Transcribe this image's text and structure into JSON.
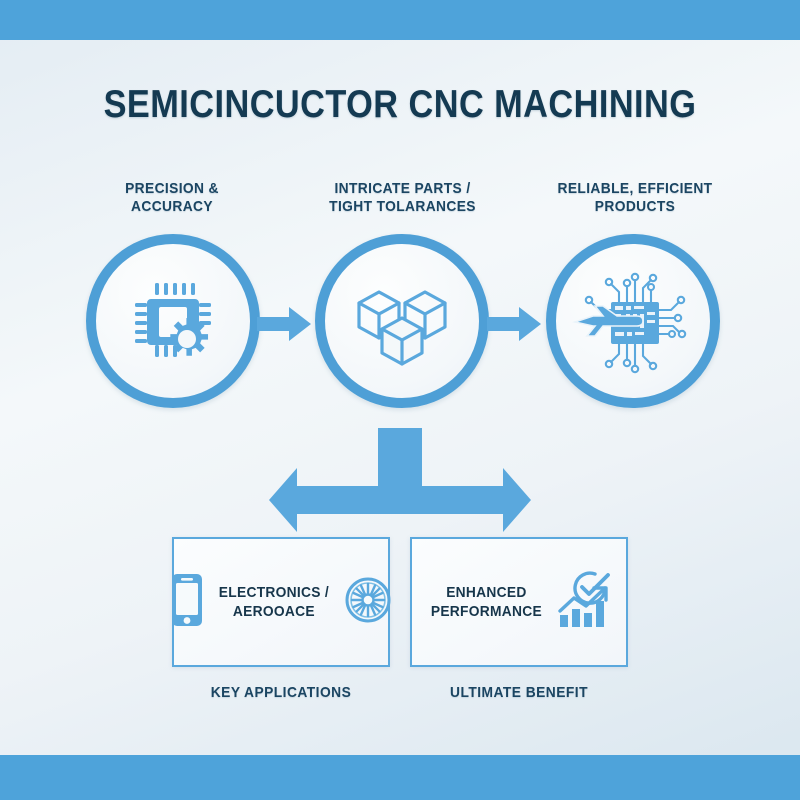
{
  "theme": {
    "accent": "#4e9fd6",
    "band": "#4ea3da",
    "title_color": "#143a52",
    "label_color": "#1b4562",
    "bg_light": "#f4f8fa",
    "bg_edge": "#d9e6ef",
    "box_border": "#5aa8dd"
  },
  "header": {
    "title": "SEMICINCUCTOR CNC MACHINING"
  },
  "flow": {
    "nodes": [
      {
        "id": "precision",
        "label": "PRECISION &\nACCURACY",
        "label_line1": "PRECISION &",
        "label_line2": "ACCURACY",
        "icon": "microchip-gear-icon"
      },
      {
        "id": "intricate",
        "label": "INTRICATE PARTS /\nTIGHT TOLARANCES",
        "label_line1": "INTRICATE PARTS /",
        "label_line2": "TIGHT TOLARANCES",
        "icon": "isometric-cubes-icon"
      },
      {
        "id": "reliable",
        "label": "RELIABLE, EFFICIENT\nPRODUCTS",
        "label_line1": "RELIABLE, EFFICIENT",
        "label_line2": "PRODUCTS",
        "icon": "airplane-circuit-icon"
      }
    ],
    "connectors": [
      {
        "id": "arrow-1-2",
        "direction": "right"
      },
      {
        "id": "arrow-2-3",
        "direction": "right"
      },
      {
        "id": "arrow-split-left",
        "direction": "down-left"
      },
      {
        "id": "arrow-split-right",
        "direction": "down-right"
      }
    ]
  },
  "outcomes": [
    {
      "id": "applications",
      "text_line1": "ELECTRONICS /",
      "text_line2": "AEROOACE",
      "caption": "KEY APPLICATIONS",
      "icon_left": "smartphone-icon",
      "icon_right": "turbine-icon"
    },
    {
      "id": "benefit",
      "text_line1": "ENHANCED",
      "text_line2": "PERFORMANCE",
      "caption": "ULTIMATE BENEFIT",
      "icon_right": "check-growth-chart-icon"
    }
  ]
}
